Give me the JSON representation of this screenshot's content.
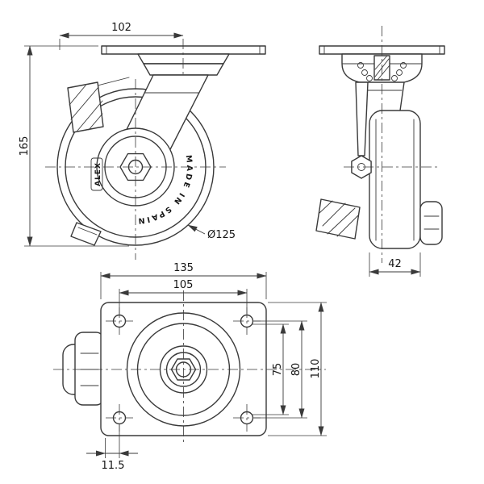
{
  "page": {
    "background": "#ffffff",
    "line_color": "#3a3a3a",
    "text_color": "#161616"
  },
  "drawing": {
    "front_view": {
      "dim_swing_radius": "102",
      "dim_height": "165",
      "dim_wheel_diameter": "Ø125",
      "wheel_brand": "ALEX",
      "wheel_marking": "MADE IN SPAIN"
    },
    "side_view": {
      "dim_wheel_width": "42"
    },
    "top_view": {
      "dim_plate_length": "135",
      "dim_bolt_spacing_x": "105",
      "dim_plate_width": "110",
      "dim_bolt_spacing_y": "80",
      "dim_bolt_spacing_y_alt": "75",
      "dim_edge_offset": "11.5"
    }
  }
}
